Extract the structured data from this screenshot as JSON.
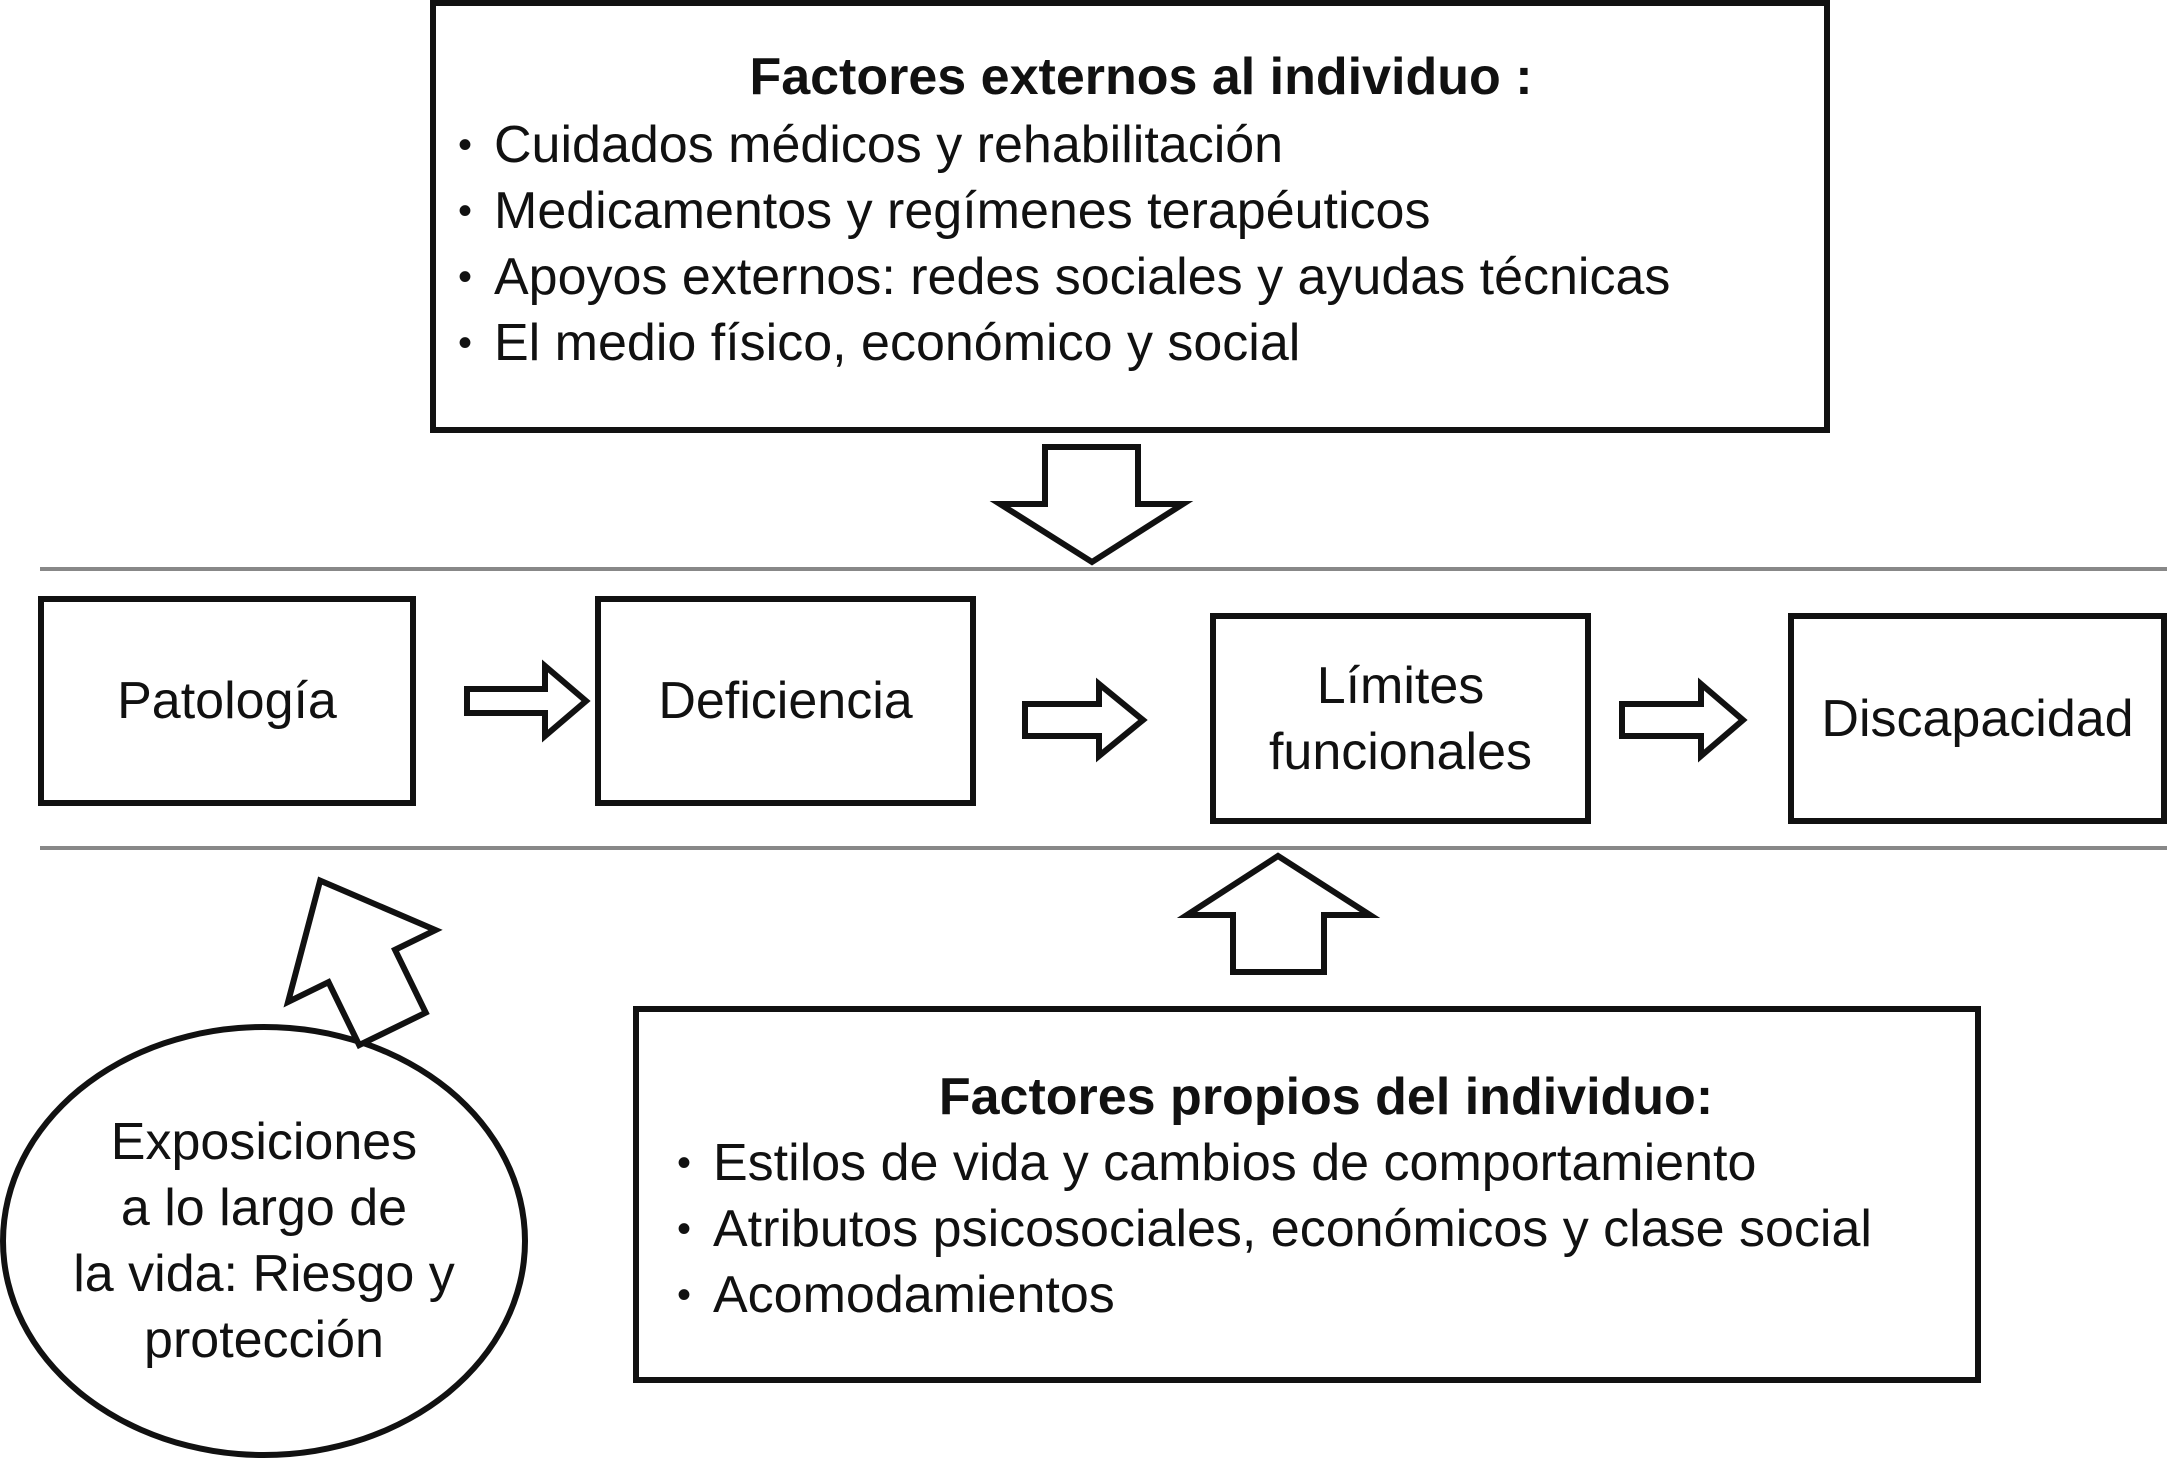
{
  "external_factors": {
    "title": "Factores externos al individuo :",
    "items": [
      "Cuidados médicos y rehabilitación",
      "Medicamentos y regímenes terapéuticos",
      "Apoyos externos: redes sociales y ayudas técnicas",
      "El medio físico, económico y social"
    ]
  },
  "stages": {
    "patologia": "Patología",
    "deficiencia": "Deficiencia",
    "limites_line1": "Límites",
    "limites_line2": "funcionales",
    "discapacidad": "Discapacidad"
  },
  "internal_factors": {
    "title": "Factores propios del individuo:",
    "items": [
      "Estilos de vida y cambios de comportamiento",
      "Atributos psicosociales, económicos y clase social",
      "Acomodamientos"
    ]
  },
  "exposures": {
    "line1": "Exposiciones",
    "line2": "a lo largo de",
    "line3": "la vida: Riesgo y",
    "line4": "protección"
  }
}
